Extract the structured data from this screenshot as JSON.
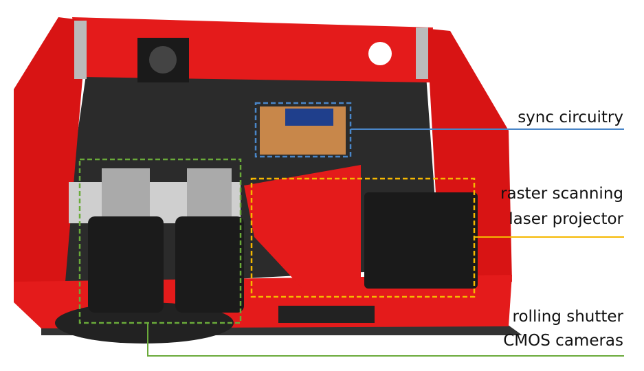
{
  "labels": {
    "sync": "sync circuitry",
    "projector_line1": "raster scanning",
    "projector_line2": "laser projector",
    "cameras_line1": "rolling shutter",
    "cameras_line2": "CMOS cameras"
  },
  "colors": {
    "sync": "#4a86c8",
    "projector": "#f5b800",
    "cameras": "#6aaa3a",
    "enclosure": "#e41b1b"
  }
}
